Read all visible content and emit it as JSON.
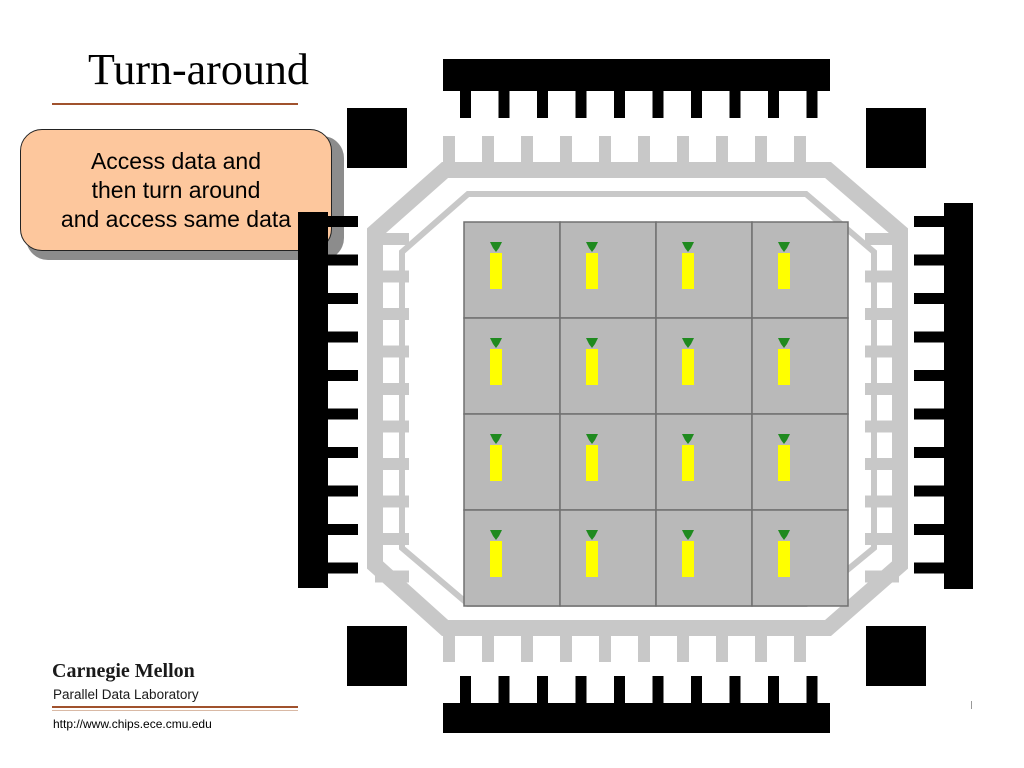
{
  "slide": {
    "title": "Turn-around",
    "callout_lines": [
      "Access data and",
      "then turn around",
      "and access same data"
    ],
    "footer": {
      "logo_name": "Carnegie Mellon",
      "logo_subtitle": "Parallel Data Laboratory",
      "url": "http://www.chips.ece.cmu.edu"
    }
  },
  "diagram": {
    "grid_rows": 4,
    "grid_cols": 4,
    "colors": {
      "pin": "#000000",
      "frame": "#c8c8c8",
      "cell": "#b9b9b9",
      "cell_border": "#707070",
      "sled": "#ffff00",
      "tip": "#1f8a1f",
      "callout_fill": "#fdc79d",
      "rule": "#a0522d"
    }
  }
}
